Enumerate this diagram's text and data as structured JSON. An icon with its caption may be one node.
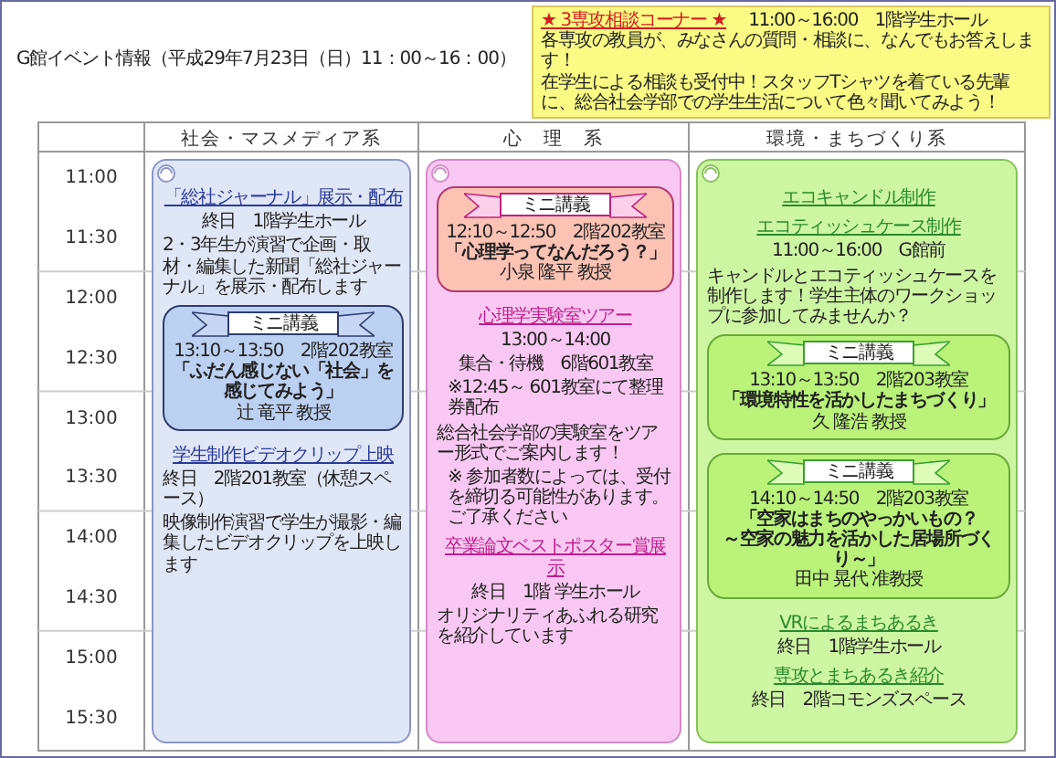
{
  "diagram": {
    "title": "G館イベント情報（平成29年7月23日（日）11：00～16：00）",
    "nodes": [
      {
        "text": [
          "★ 3専攻相談コーナー ★",
          "11:00～16:00　1階学生ホール",
          "各専攻の教員が、みなさんの質問・相談に、なんでもお答えします！",
          "在学生による相談も受付中！スタッフTシャツを着ている先輩に、総合社会学部での学生生活について色々聞いてみよう！"
        ]
      },
      {
        "text": [
          "「総社ジャーナル」展示・配布",
          "終日　1階学生ホール",
          "2・3年生が演習で企画・取材・編集した新聞「総社ジャーナル」を展示・配布します",
          "学生制作ビデオクリップ上映",
          "終日　2階201教室（休憩スペース）",
          "映像制作演習で学生が撮影・編集したビデオクリップを上映します"
        ]
      },
      {
        "text": [
          "ミニ講義",
          "13:10～13:50　2階202教室",
          "「ふだん感じない「社会」を感じてみよう」",
          "辻 竜平 教授"
        ],
        "in": 1
      },
      {
        "text": [
          "心理学実験室ツアー",
          "13:00～14:00",
          "集合・待機　6階601教室",
          "※12:45～ 601教室にて整理券配布",
          "総合社会学部の実験室をツアー形式でご案内します！",
          "※ 参加者数によっては、受付を締切る可能性があります。ご了承ください",
          "卒業論文ベストポスター賞展示",
          "終日　1階 学生ホール",
          "オリジナリティあふれる研究を紹介しています"
        ]
      },
      {
        "text": [
          "ミニ講義",
          "12:10～12:50　2階202教室",
          "「心理学ってなんだろう？」",
          "小泉 隆平 教授"
        ],
        "in": 3
      },
      {
        "text": [
          "エコキャンドル制作",
          "エコティッシュケース制作",
          "11:00～16:00　G館前",
          "キャンドルとエコティッシュケースを制作します！学生主体のワークショップに参加してみませんか？",
          "VRによるまちあるき",
          "終日　1階学生ホール",
          "専攻とまちあるき紹介",
          "終日　2階コモンズスペース"
        ]
      },
      {
        "text": [
          "ミニ講義",
          "13:10～13:50　2階203教室",
          "「環境特性を活かしたまちづくり」",
          "久 隆浩 教授"
        ],
        "in": 5
      },
      {
        "text": [
          "ミニ講義",
          "14:10～14:50　2階203教室",
          "「空家はまちのやっかいもの？",
          "～空家の魅力を活かした居場所づくり～」",
          "田中 晃代 准教授"
        ],
        "in": 5
      }
    ],
    "labels": [
      "社会・マスメディア系",
      "心　理　系",
      "環境・まちづくり系",
      "11:00",
      "11:30",
      "12:00",
      "12:30",
      "13:00",
      "13:30",
      "14:00",
      "14:30",
      "15:00",
      "15:30"
    ]
  }
}
